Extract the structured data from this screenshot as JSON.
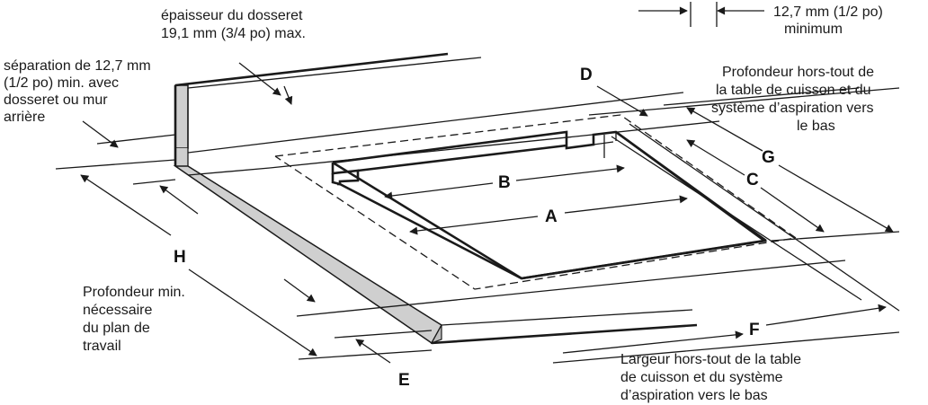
{
  "labels": {
    "backsplash_thickness_1": "épaisseur du dosseret",
    "backsplash_thickness_2": "19,1 mm (3/4 po) max.",
    "separation_1": "séparation de 12,7 mm",
    "separation_2": "(1/2 po) min. avec",
    "separation_3": "dosseret ou mur",
    "separation_4": "arrière",
    "min_1": "12,7 mm (1/2 po)",
    "min_2": "minimum",
    "depth_overall_1": "Profondeur hors-tout de",
    "depth_overall_2": "la table de cuisson et du",
    "depth_overall_3": "système d’aspiration vers",
    "depth_overall_4": "le bas",
    "min_depth_1": "Profondeur min.",
    "min_depth_2": "nécessaire",
    "min_depth_3": "du plan de",
    "min_depth_4": "travail",
    "width_overall_1": "Largeur hors-tout de la table",
    "width_overall_2": "de cuisson et du système",
    "width_overall_3": "d’aspiration vers le bas"
  },
  "dimension_letters": {
    "A": "A",
    "B": "B",
    "C": "C",
    "D": "D",
    "E": "E",
    "F": "F",
    "G": "G",
    "H": "H"
  }
}
